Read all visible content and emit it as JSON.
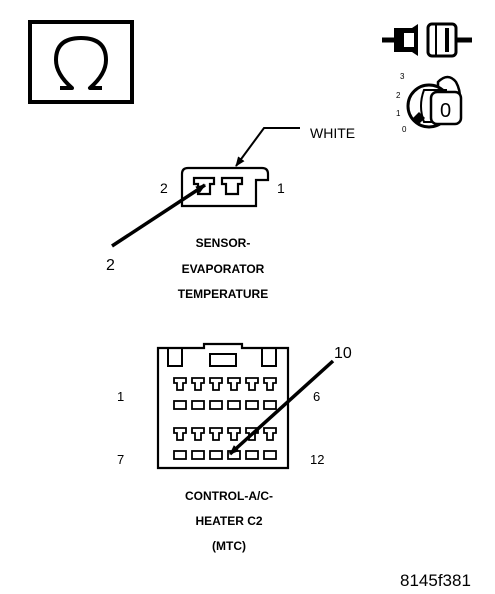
{
  "symbols": {
    "ohmmeter": "omega-icon",
    "connector_disconnect": "connector-disconnect-icon",
    "ignition": "ignition-key-icon"
  },
  "ignition": {
    "positions": [
      "3",
      "2",
      "1",
      "0"
    ],
    "key_label": "0"
  },
  "sensor_connector": {
    "wire_color": "WHITE",
    "pin_left": "2",
    "pin_right": "1",
    "probe_pin": "2",
    "title_lines": [
      "SENSOR-",
      "EVAPORATOR",
      "TEMPERATURE"
    ]
  },
  "control_connector": {
    "probe_pin": "10",
    "pin_top_left": "1",
    "pin_top_right": "6",
    "pin_bottom_left": "7",
    "pin_bottom_right": "12",
    "title_lines": [
      "CONTROL-A/C-",
      "HEATER C2",
      "(MTC)"
    ]
  },
  "figure_id": "8145f381"
}
